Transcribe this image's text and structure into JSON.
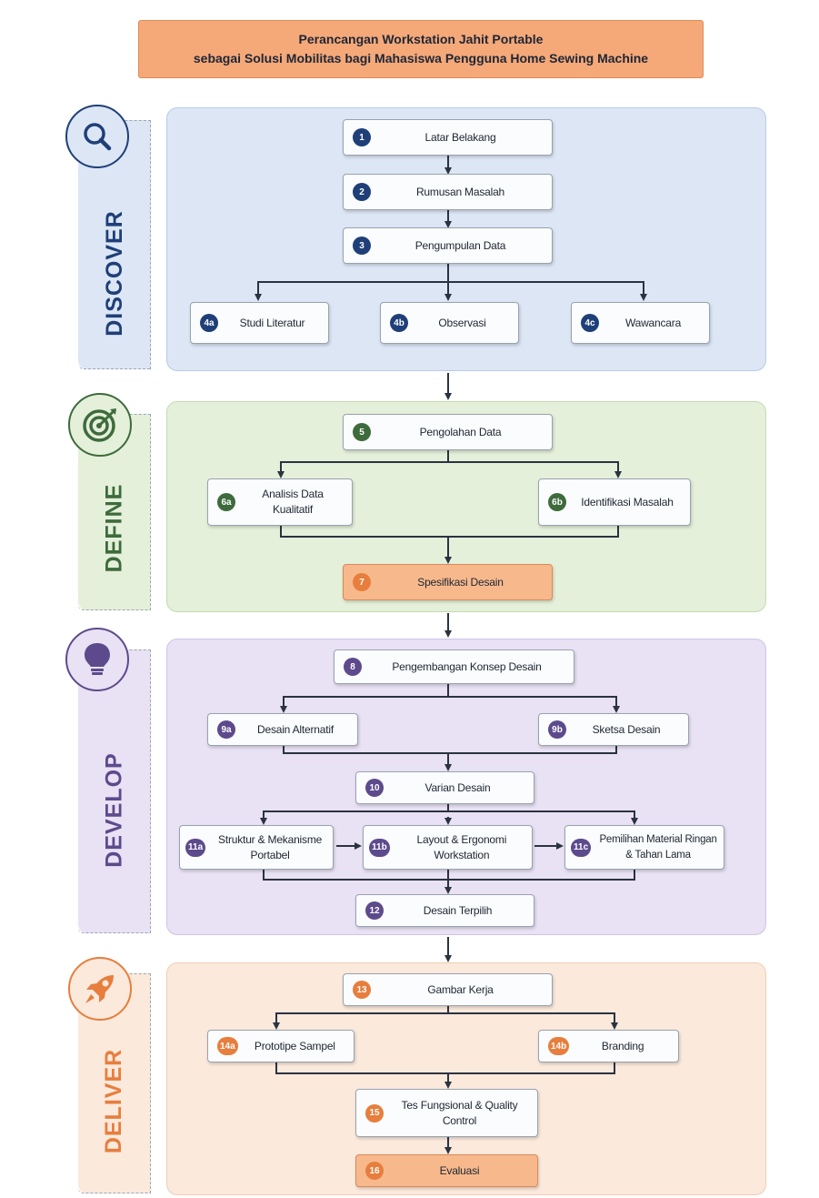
{
  "title": {
    "line1": "Perancangan Workstation Jahit Portable",
    "line2": "sebagai Solusi Mobilitas bagi Mahasiswa Pengguna Home Sewing Machine"
  },
  "phases": {
    "discover": "DISCOVER",
    "define": "DEFINE",
    "develop": "DEVELOP",
    "deliver": "DELIVER"
  },
  "icons": {
    "discover": "search-icon",
    "define": "target-icon",
    "develop": "lightbulb-icon",
    "deliver": "rocket-icon"
  },
  "colors": {
    "discover": "#1f3f78",
    "define": "#3e6b3c",
    "develop": "#5d4a8c",
    "deliver": "#e77e3d",
    "title_bg": "#f5a878"
  },
  "steps": {
    "s1": {
      "num": "1",
      "label": "Latar Belakang"
    },
    "s2": {
      "num": "2",
      "label": "Rumusan Masalah"
    },
    "s3": {
      "num": "3",
      "label": "Pengumpulan Data"
    },
    "s4a": {
      "num": "4a",
      "label": "Studi Literatur"
    },
    "s4b": {
      "num": "4b",
      "label": "Observasi"
    },
    "s4c": {
      "num": "4c",
      "label": "Wawancara"
    },
    "s5": {
      "num": "5",
      "label": "Pengolahan Data"
    },
    "s6a": {
      "num": "6a",
      "label": "Analisis Data Kualitatif"
    },
    "s6b": {
      "num": "6b",
      "label": "Identifikasi Masalah"
    },
    "s7": {
      "num": "7",
      "label": "Spesifikasi Desain"
    },
    "s8": {
      "num": "8",
      "label": "Pengembangan Konsep Desain"
    },
    "s9a": {
      "num": "9a",
      "label": "Desain Alternatif"
    },
    "s9b": {
      "num": "9b",
      "label": "Sketsa Desain"
    },
    "s10": {
      "num": "10",
      "label": "Varian Desain"
    },
    "s11a": {
      "num": "11a",
      "label": "Struktur & Mekanisme Portabel"
    },
    "s11b": {
      "num": "11b",
      "label": "Layout & Ergonomi Workstation"
    },
    "s11c": {
      "num": "11c",
      "label": "Pemilihan Material Ringan & Tahan Lama"
    },
    "s12": {
      "num": "12",
      "label": "Desain Terpilih"
    },
    "s13": {
      "num": "13",
      "label": "Gambar Kerja"
    },
    "s14a": {
      "num": "14a",
      "label": "Prototipe Sampel"
    },
    "s14b": {
      "num": "14b",
      "label": "Branding"
    },
    "s15": {
      "num": "15",
      "label": "Tes Fungsional & Quality Control"
    },
    "s16": {
      "num": "16",
      "label": "Evaluasi"
    }
  }
}
